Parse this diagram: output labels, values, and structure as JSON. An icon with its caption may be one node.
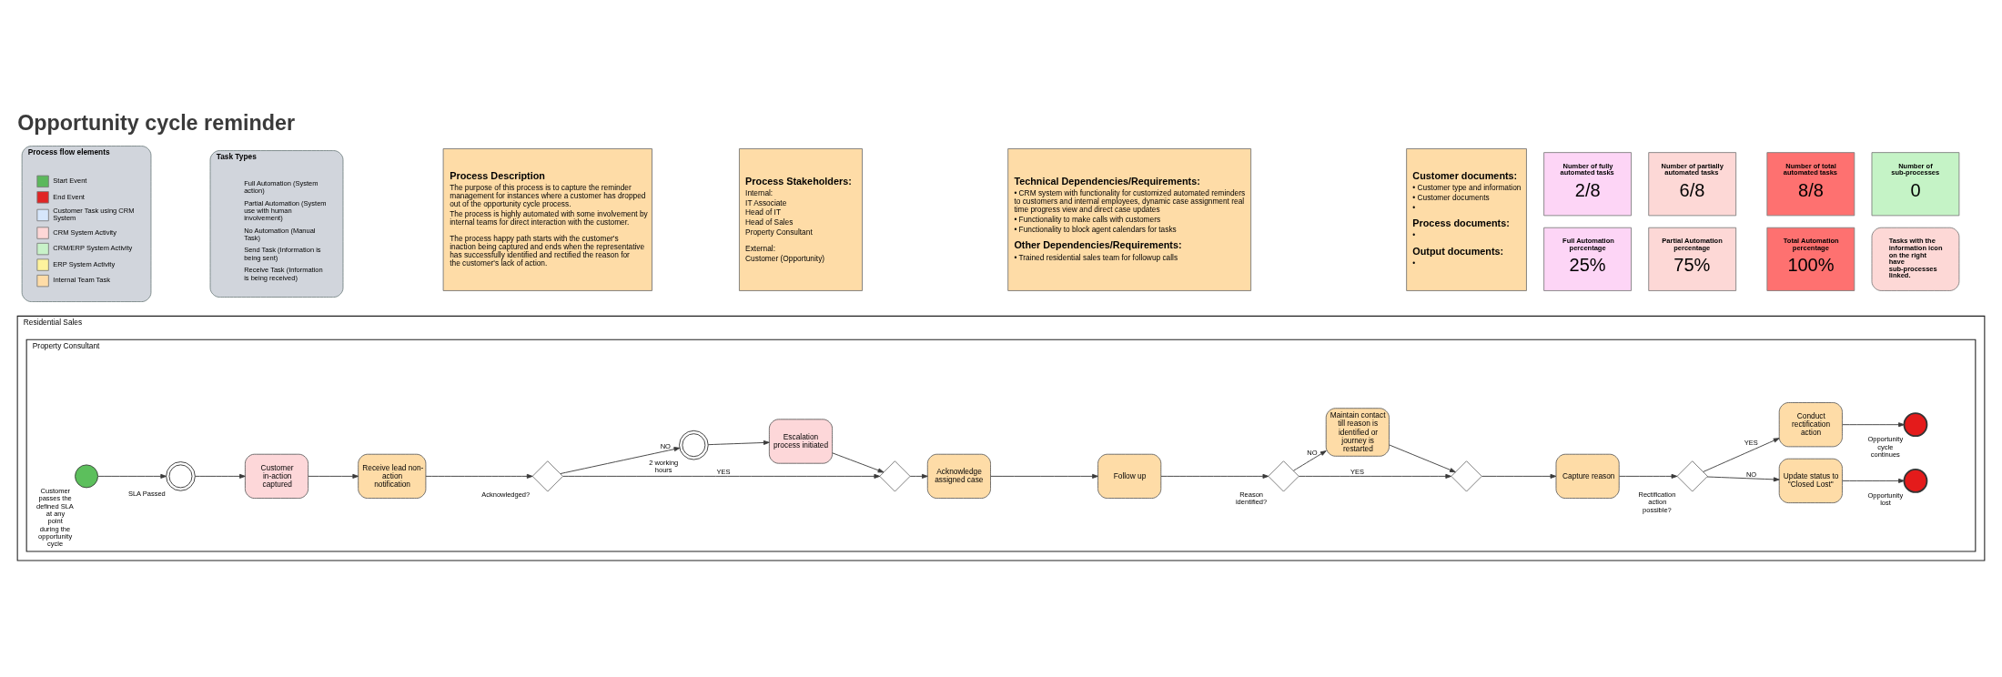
{
  "diagram": {
    "title": "Opportunity cycle reminder",
    "nodes": [
      {
        "text": [
          "Process flow elements"
        ]
      },
      {
        "text": [
          "Task Types"
        ]
      },
      {
        "text": [
          "Process Description",
          "The purpose of this process is to capture the reminder management for instances where a customer has dropped out of the opportunity cycle process.",
          "The process is highly automated with some involvement by internal teams for direct interaction with the customer.",
          "The process happy path starts with the customer's inaction being captured and ends when the representative has successfully identified and rectified the reason for the customer's lack of action."
        ]
      },
      {
        "text": [
          "Process Stakeholders:",
          "Internal:",
          "IT Associate",
          "Head of IT",
          "Head of Sales",
          "Property Consultant",
          "External:",
          "Customer (Opportunity)"
        ]
      },
      {
        "text": [
          "Technical Dependencies/Requirements:",
          "• CRM system with functionality for customized automated reminders to customers and internal employees, dynamic case assignment real time progress view and direct case updates",
          "• Functionality to make calls with customers",
          "• Functionality to block agent calendars for tasks",
          "Other Dependencies/Requirements:",
          "• Trained residential sales team for followup calls"
        ]
      },
      {
        "text": [
          "Customer documents:",
          "• Customer type and information",
          "• Customer documents",
          "•",
          "Process documents:",
          "•",
          "Output documents:",
          "•"
        ]
      },
      {
        "text": [
          "Number of fully automated tasks",
          "2/8"
        ]
      },
      {
        "text": [
          "Number of partially automated tasks",
          "6/8"
        ]
      },
      {
        "text": [
          "Number of total automated tasks",
          "8/8"
        ]
      },
      {
        "text": [
          "Number of sub-processes",
          "0"
        ]
      },
      {
        "text": [
          "Full Automation percentage",
          "25%"
        ]
      },
      {
        "text": [
          "Partial Automation percentage",
          "75%"
        ]
      },
      {
        "text": [
          "Total Automation percentage",
          "100%"
        ]
      },
      {
        "text": [
          "Tasks with the information icon on the right have sub-processes linked."
        ]
      },
      {
        "text": [
          "Residential Sales"
        ]
      },
      {
        "text": [
          "Property Consultant"
        ],
        "in": 14
      },
      {
        "text": [],
        "shape": "circle",
        "beside": [
          "Customer passes the defined SLA at any point during the opportunity cycle"
        ],
        "in": 15
      },
      {
        "text": [],
        "shape": "circle",
        "beside": [
          "SLA Passed"
        ],
        "in": 15
      },
      {
        "text": [
          "Customer in-action captured"
        ],
        "in": 15
      },
      {
        "text": [
          "Receive lead non- action notification"
        ],
        "in": 15
      },
      {
        "text": [],
        "shape": "diamond",
        "beside": [
          "Acknowledged?"
        ],
        "in": 15
      },
      {
        "text": [],
        "shape": "circle",
        "beside": [
          "2 working hours"
        ],
        "in": 15
      },
      {
        "text": [
          "Escalation process initiated"
        ],
        "in": 15
      },
      {
        "text": [],
        "shape": "diamond",
        "in": 15
      },
      {
        "text": [
          "Acknowledge assigned case"
        ],
        "in": 15
      },
      {
        "text": [
          "Follow up"
        ],
        "in": 15
      },
      {
        "text": [],
        "shape": "diamond",
        "beside": [
          "Reason identified?"
        ],
        "in": 15
      },
      {
        "text": [
          "Maintain contact till reason is identified or journey is restarted"
        ],
        "in": 15
      },
      {
        "text": [],
        "shape": "diamond",
        "in": 15
      },
      {
        "text": [
          "Capture reason"
        ],
        "in": 15
      },
      {
        "text": [],
        "shape": "diamond",
        "beside": [
          "Rectification action possible?"
        ],
        "in": 15
      },
      {
        "text": [
          "Conduct rectification action"
        ],
        "in": 15
      },
      {
        "text": [],
        "shape": "circle",
        "beside": [
          "Opportunity cycle continues"
        ],
        "in": 15
      },
      {
        "text": [
          "Update status to \"Closed Lost\""
        ],
        "in": 15
      },
      {
        "text": [],
        "shape": "circle",
        "beside": [
          "Opportunity lost"
        ],
        "in": 15
      }
    ],
    "edges": [
      {
        "from": 16,
        "to": 17,
        "arrow": "to"
      },
      {
        "from": 17,
        "to": 18,
        "arrow": "to"
      },
      {
        "from": 18,
        "to": 19,
        "arrow": "to"
      },
      {
        "from": 19,
        "to": 20,
        "arrow": "to"
      },
      {
        "from": 20,
        "to": 23,
        "arrow": "to",
        "label": "YES"
      },
      {
        "from": 20,
        "to": 21,
        "arrow": "to",
        "label": "NO"
      },
      {
        "from": 21,
        "to": 22,
        "arrow": "to"
      },
      {
        "from": 22,
        "to": 23,
        "arrow": "to"
      },
      {
        "from": 23,
        "to": 24,
        "arrow": "to"
      },
      {
        "from": 24,
        "to": 25,
        "arrow": "to"
      },
      {
        "from": 25,
        "to": 26,
        "arrow": "to"
      },
      {
        "from": 26,
        "to": 28,
        "arrow": "to",
        "label": "YES"
      },
      {
        "from": 26,
        "to": 27,
        "arrow": "to",
        "label": "NO"
      },
      {
        "from": 27,
        "to": 28,
        "arrow": "to"
      },
      {
        "from": 28,
        "to": 29,
        "arrow": "to"
      },
      {
        "from": 29,
        "to": 30,
        "arrow": "to"
      },
      {
        "from": 30,
        "to": 31,
        "arrow": "to",
        "label": "YES"
      },
      {
        "from": 31,
        "to": 32,
        "arrow": "to"
      },
      {
        "from": 30,
        "to": 33,
        "arrow": "to",
        "label": "NO"
      },
      {
        "from": 33,
        "to": 34,
        "arrow": "to"
      }
    ],
    "legend": [
      {
        "text": "Start Event",
        "color": "#5cb85c"
      },
      {
        "text": "End Event",
        "color": "#e02424"
      },
      {
        "text": "Customer Task using CRM System",
        "color": "#d6e6fb"
      },
      {
        "text": "CRM System Activity",
        "color": "#fdd7d7"
      },
      {
        "text": "CRM/ERP System Activity",
        "color": "#c8f2c8"
      },
      {
        "text": "ERP System Activity",
        "color": "#fdf29d"
      },
      {
        "text": "Internal Team Task",
        "color": "#fedca7"
      },
      {
        "text": "Full Automation (System action)"
      },
      {
        "text": "Partial Automation (System use with human involvement)"
      },
      {
        "text": "No Automation (Manual Task)"
      },
      {
        "text": "Send Task (Information is being sent)"
      },
      {
        "text": "Receive Task (Information is being received)"
      }
    ]
  }
}
